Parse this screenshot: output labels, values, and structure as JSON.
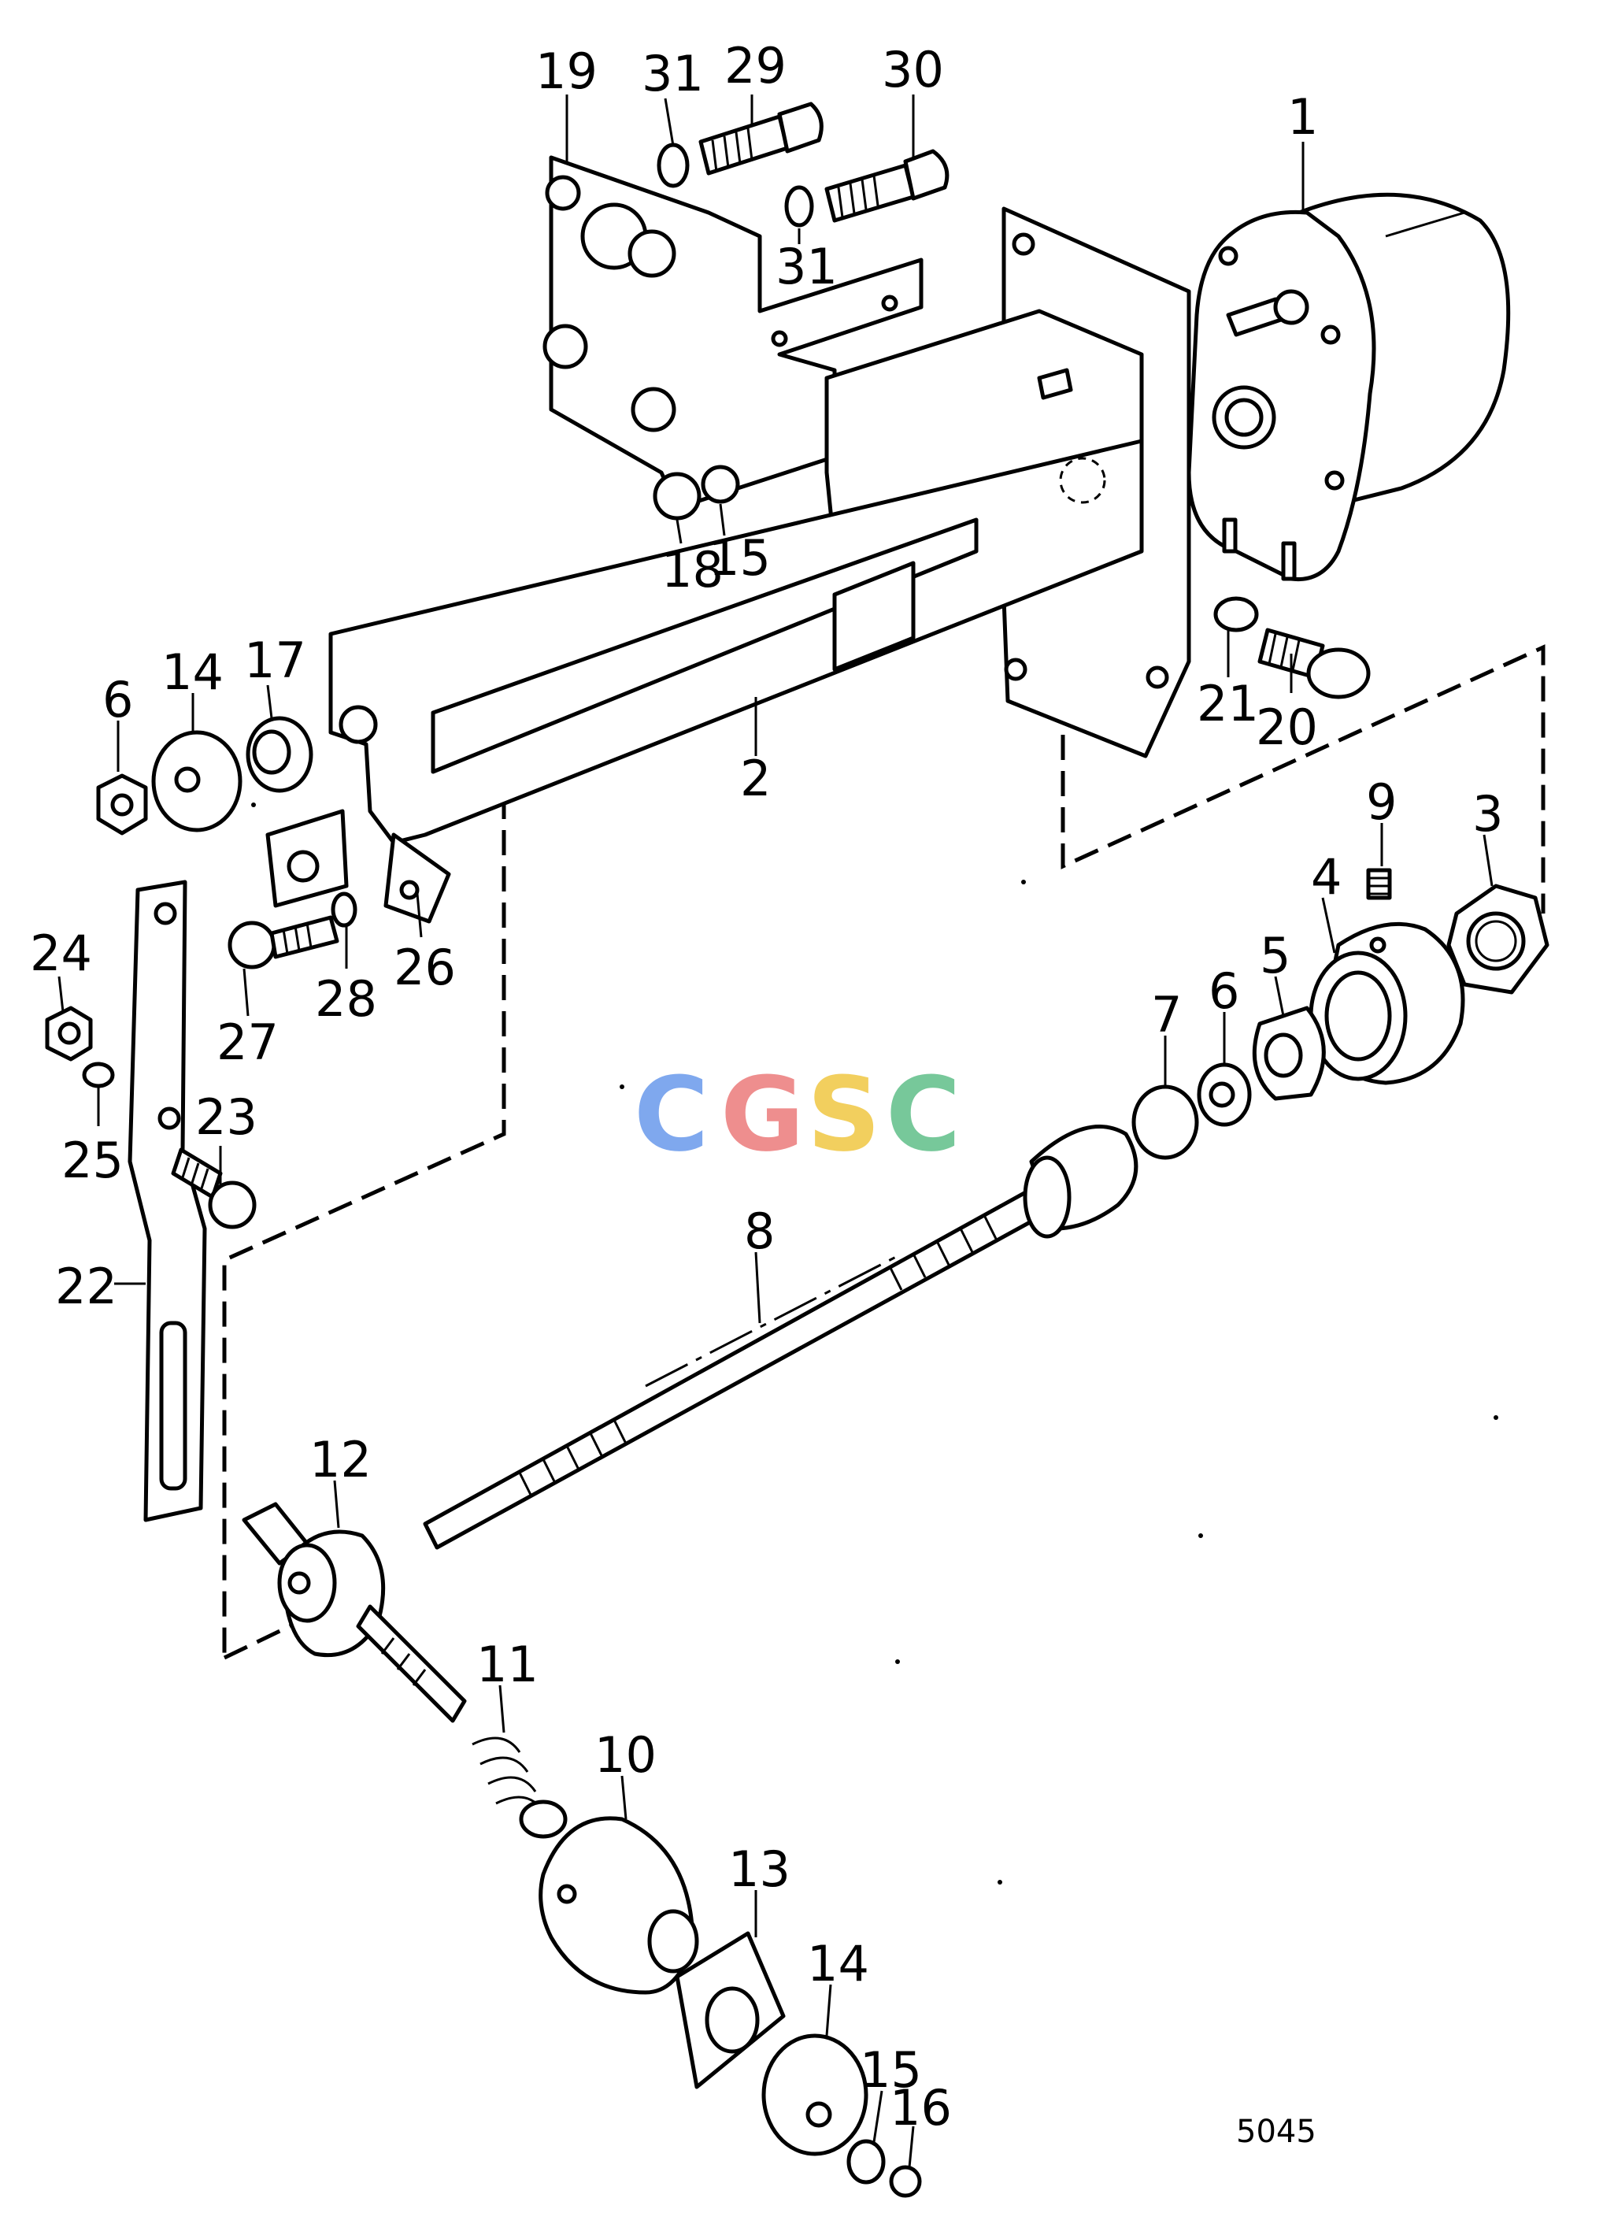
{
  "diagram_code": "5045",
  "watermark": {
    "letters": [
      {
        "char": "C",
        "color": "#7fa8ee"
      },
      {
        "char": "G",
        "color": "#ee8e8e"
      },
      {
        "char": "S",
        "color": "#f2cf5e"
      },
      {
        "char": "C",
        "color": "#77c89a"
      }
    ]
  },
  "labels": {
    "p1": "1",
    "p2": "2",
    "p3": "3",
    "p4": "4",
    "p5": "5",
    "p6a": "6",
    "p6b": "6",
    "p7": "7",
    "p8": "8",
    "p9": "9",
    "p10": "10",
    "p11": "11",
    "p12": "12",
    "p13": "13",
    "p14a": "14",
    "p14b": "14",
    "p15a": "15",
    "p15b": "15",
    "p16": "16",
    "p17": "17",
    "p18": "18",
    "p19": "19",
    "p20": "20",
    "p21": "21",
    "p22": "22",
    "p23": "23",
    "p24": "24",
    "p25": "25",
    "p26": "26",
    "p27": "27",
    "p28": "28",
    "p29": "29",
    "p30": "30",
    "p31a": "31",
    "p31b": "31"
  }
}
